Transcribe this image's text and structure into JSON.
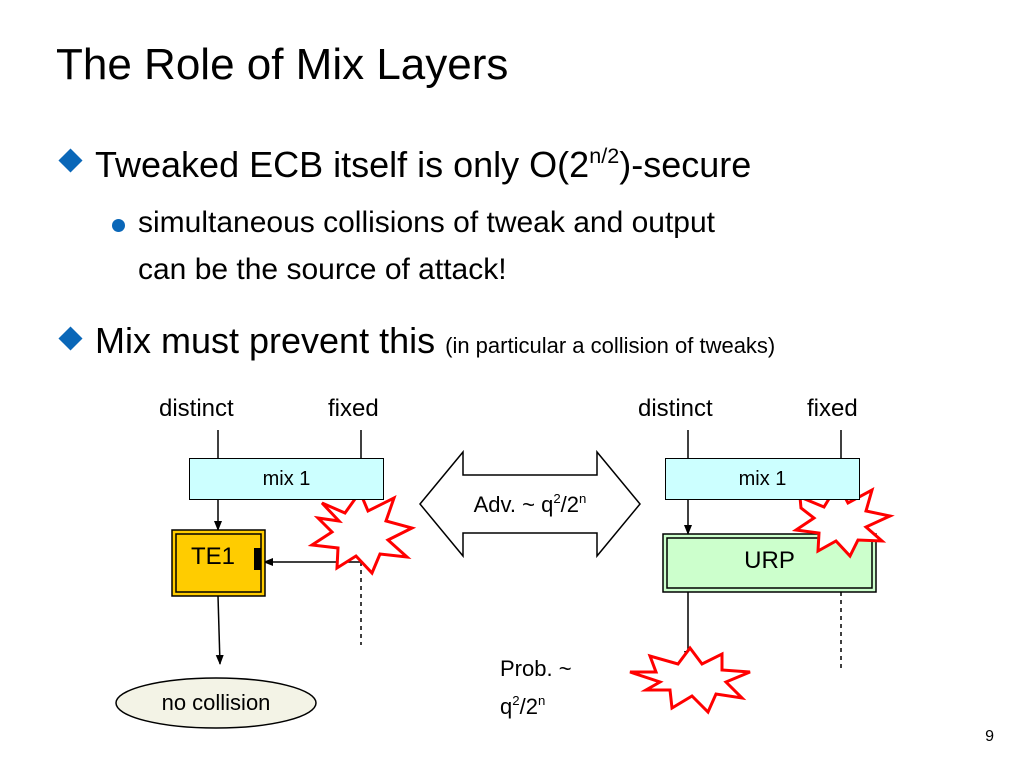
{
  "slide": {
    "title": "The Role of Mix Layers",
    "page_number": "9"
  },
  "bullets": {
    "b1_prefix": "Tweaked ECB itself is only O(2",
    "b1_sup": "n/2",
    "b1_suffix": ")-secure",
    "sub1_line1": "simultaneous collisions of tweak and output",
    "sub1_line2": "can be the source of attack!",
    "b2_main": "Mix must prevent this",
    "b2_small": "(in particular a collision of tweaks)"
  },
  "diagram": {
    "left": {
      "label_distinct": "distinct",
      "label_fixed": "fixed",
      "mix_label": "mix 1",
      "te_label": "TE1",
      "result_label": "no collision"
    },
    "right": {
      "label_distinct": "distinct",
      "label_fixed": "fixed",
      "mix_label": "mix 1",
      "urp_label": "URP",
      "prob_line1": "Prob. ~",
      "prob_q": "q",
      "prob_exp1": "2",
      "prob_mid": "/2",
      "prob_exp2": "n"
    },
    "middle": {
      "adv_prefix": "Adv. ~ q",
      "adv_exp1": "2",
      "adv_mid": "/2",
      "adv_exp2": "n"
    },
    "colors": {
      "bullet_blue": "#0a67b8",
      "mix_fill": "#ccffff",
      "te_fill": "#ffcc00",
      "urp_fill": "#ccffcc",
      "burst_red": "#ff0000",
      "ellipse_fill": "#f3f3e6"
    }
  }
}
